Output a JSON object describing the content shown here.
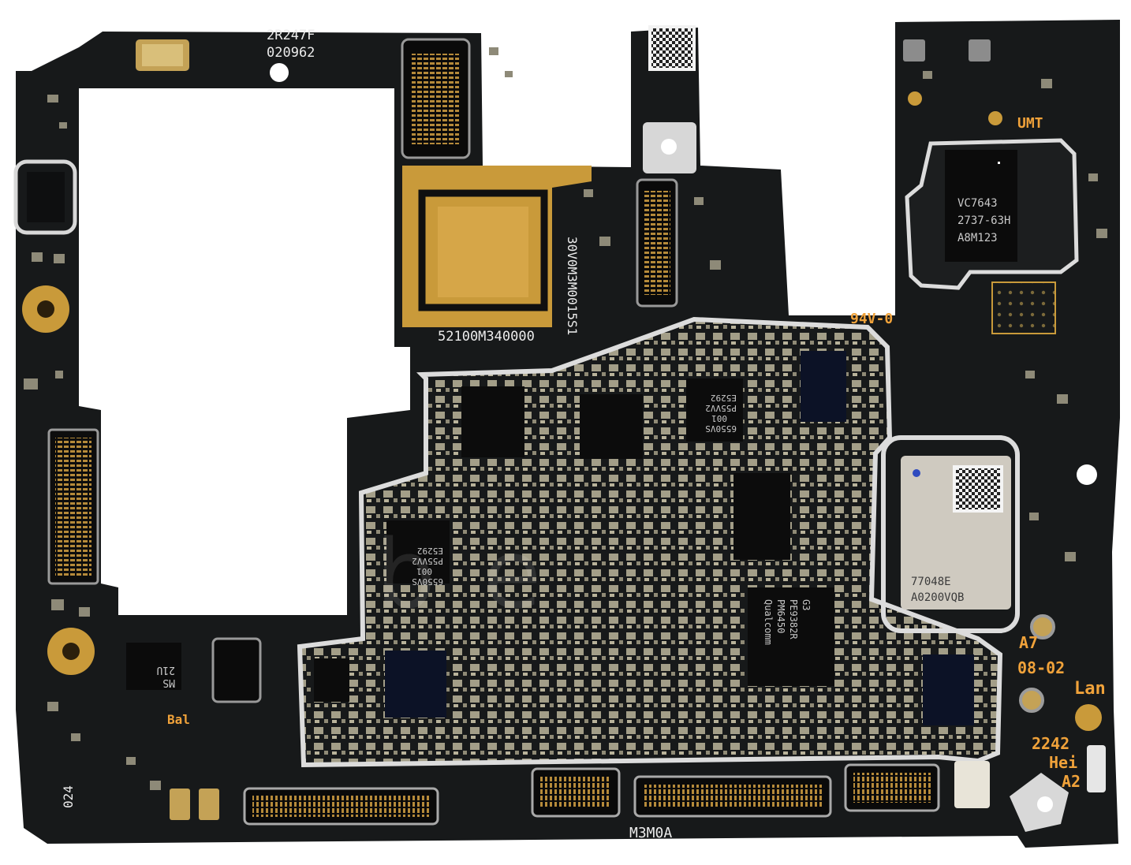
{
  "silkscreen": {
    "top_code_1": "2R247F",
    "top_code_2": "020962",
    "mid_code": "52100M340000",
    "vertical_code": "30V0M3M0015S1",
    "ul_mark": "94V-0",
    "umt_mark": "UMT",
    "a7_mark": "A7",
    "date_mark": "08-02",
    "lan_mark": "Lan",
    "year_mark": "2242",
    "hei_mark": "Hei",
    "a2_mark": "A2",
    "bal_mark": "Bal",
    "side_code": "024",
    "bottom_code": "M3M0A"
  },
  "chips": {
    "vc_line1": "VC7643",
    "vc_line2": "2737-63H",
    "vc_line3": "A8M123",
    "wifi_line1": "77048E",
    "wifi_line2": "A0200VQB",
    "pmic_line1": "Qualcomm",
    "pmic_line2": "PM6450",
    "pmic_line3": "PE9382R",
    "pmic_line4": "G3",
    "mem_line1": "6550VS",
    "mem_line2": "001",
    "mem_line3": "P55VV2",
    "mem_line4": "E5292",
    "mem2_line1": "6550VS",
    "mem2_line2": "001",
    "mem2_line3": "P55VV2",
    "mem2_line4": "E5292",
    "small_line1": "MS",
    "small_line2": "21U"
  },
  "colors": {
    "pcb": "#17191a",
    "copper": "#c99a3a",
    "shield": "#dedede",
    "component": "#a9a48e",
    "orange": "#f0a23a"
  }
}
